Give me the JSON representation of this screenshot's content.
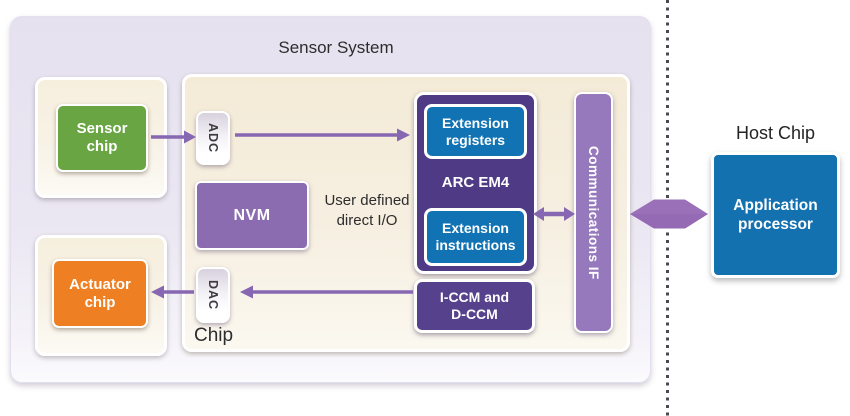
{
  "diagram": {
    "title": "Sensor System",
    "labels": {
      "chip": "Chip",
      "host_chip": "Host Chip",
      "user_io": "User defined\ndirect I/O"
    },
    "blocks": {
      "sensor_chip": "Sensor\nchip",
      "actuator_chip": "Actuator\nchip",
      "adc": "ADC",
      "dac": "DAC",
      "nvm": "NVM",
      "ext_registers": "Extension\nregisters",
      "arc_em4": "ARC EM4",
      "ext_instructions": "Extension\ninstructions",
      "iccm": "I-CCM and\nD-CCM",
      "comm_if": "Communications IF",
      "app_processor": "Application\nprocessor"
    },
    "colors": {
      "sensor_green": "#6aa543",
      "actuator_orange": "#ee8023",
      "block_blue": "#1173b4",
      "arc_dark_purple": "#4e3a85",
      "iccm_purple": "#55418c",
      "nvm_purple": "#8b6cb1",
      "comm_if_purple": "#9678bd",
      "arrow_purple": "#8766b2",
      "fat_arrow_purple": "#9a71b9",
      "outer_box_lavender": "#eae6f2",
      "inner_box_cream": "#f6efe1",
      "dotted_line_gray": "#4c4751"
    }
  }
}
